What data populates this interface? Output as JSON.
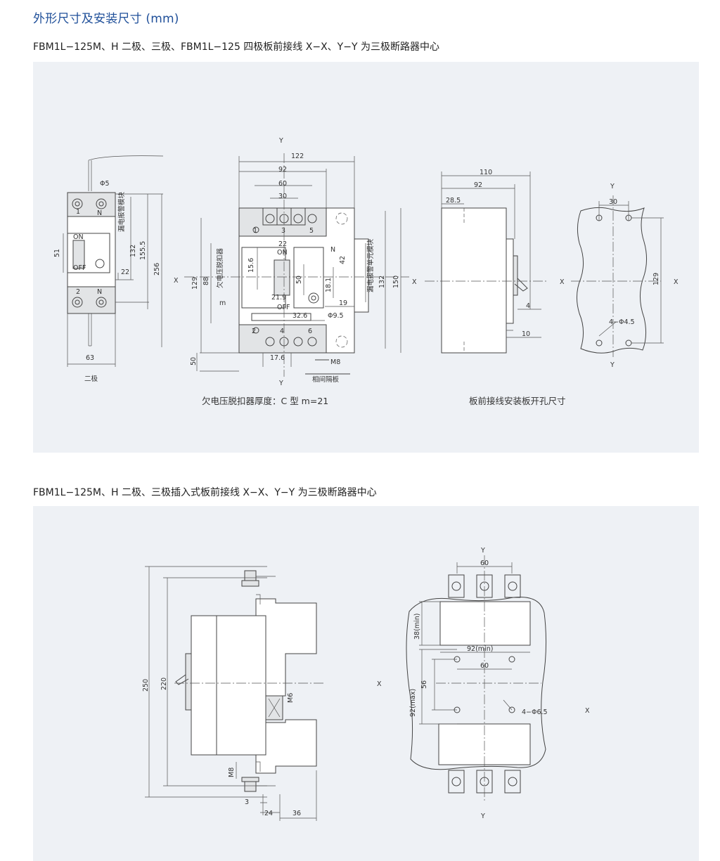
{
  "page": {
    "title": "外形尺寸及安装尺寸 (mm)",
    "subtitle1": "FBM1L−125M、H 二极、三极、FBM1L−125 四极板前接线  X−X、Y−Y 为三极断路器中心",
    "subtitle2": "FBM1L−125M、H 二极、三极插入式板前接线  X−X、Y−Y 为三极断路器中心"
  },
  "diagram1": {
    "two_pole": {
      "caption": "二极",
      "label_phi": "Φ5",
      "label_module": "漏电报警模块",
      "label_on": "ON",
      "label_off": "OFF",
      "term_1": "1",
      "term_n_top": "N",
      "term_2": "2",
      "term_n_bot": "N",
      "dims": {
        "d51": "51",
        "d132": "132",
        "d155": "155.5",
        "d256": "256",
        "d22": "22",
        "d63": "63"
      }
    },
    "front": {
      "axis_y": "Y",
      "axis_x": "X",
      "dims": {
        "d122": "122",
        "d92": "92",
        "d60": "60",
        "d30": "30",
        "d129": "129",
        "d88": "88",
        "d22": "22",
        "d15_6": "15.6",
        "d42": "42",
        "d50": "50",
        "d18_1": "18.1",
        "d19": "19",
        "d21_9": "21.9",
        "d32_6": "32.6",
        "d9_5": "Φ9.5",
        "d132": "132",
        "d150": "150",
        "d50b": "50",
        "d17_6": "17.6",
        "m8": "M8",
        "m": "m"
      },
      "labels": {
        "on": "ON",
        "off": "OFF",
        "n": "N",
        "undervoltage": "欠电压脱扣器",
        "module": "漏电报警单元模块",
        "barrier": "相间隔板"
      },
      "terms_top": [
        "1",
        "3",
        "5"
      ],
      "terms_bot": [
        "2",
        "4",
        "6"
      ],
      "note": "欠电压脱扣器厚度：C 型 m=21"
    },
    "side": {
      "dims": {
        "d110": "110",
        "d92": "92",
        "d28_5": "28.5",
        "d4": "4",
        "d10": "10"
      },
      "axis_x": "X"
    },
    "cutout": {
      "axis_y_top": "Y",
      "axis_y_bot": "Y",
      "axis_x": "X",
      "dims": {
        "d30": "30",
        "d129": "129",
        "holes": "4−Φ4.5"
      },
      "caption": "板前接线安装板开孔尺寸"
    }
  },
  "diagram2": {
    "side": {
      "dims": {
        "d250": "250",
        "d220": "220",
        "m6": "M6",
        "m8": "M8",
        "d3": "3",
        "d24": "24",
        "d36": "36"
      }
    },
    "cutout": {
      "axis_y_top": "Y",
      "axis_y_bot": "Y",
      "axis_x_left": "X",
      "axis_x_right": "X",
      "dims": {
        "d60_top": "60",
        "d38": "38(min)",
        "d92min": "92(min)",
        "d60": "60",
        "d92max": "92(max)",
        "d56": "56",
        "holes": "4−Φ6.5"
      }
    }
  }
}
